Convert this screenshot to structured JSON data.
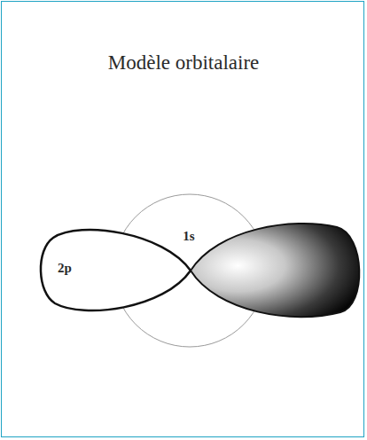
{
  "diagram": {
    "title": "Modèle orbitalaire",
    "labels": [
      "1s",
      "2p"
    ]
  }
}
